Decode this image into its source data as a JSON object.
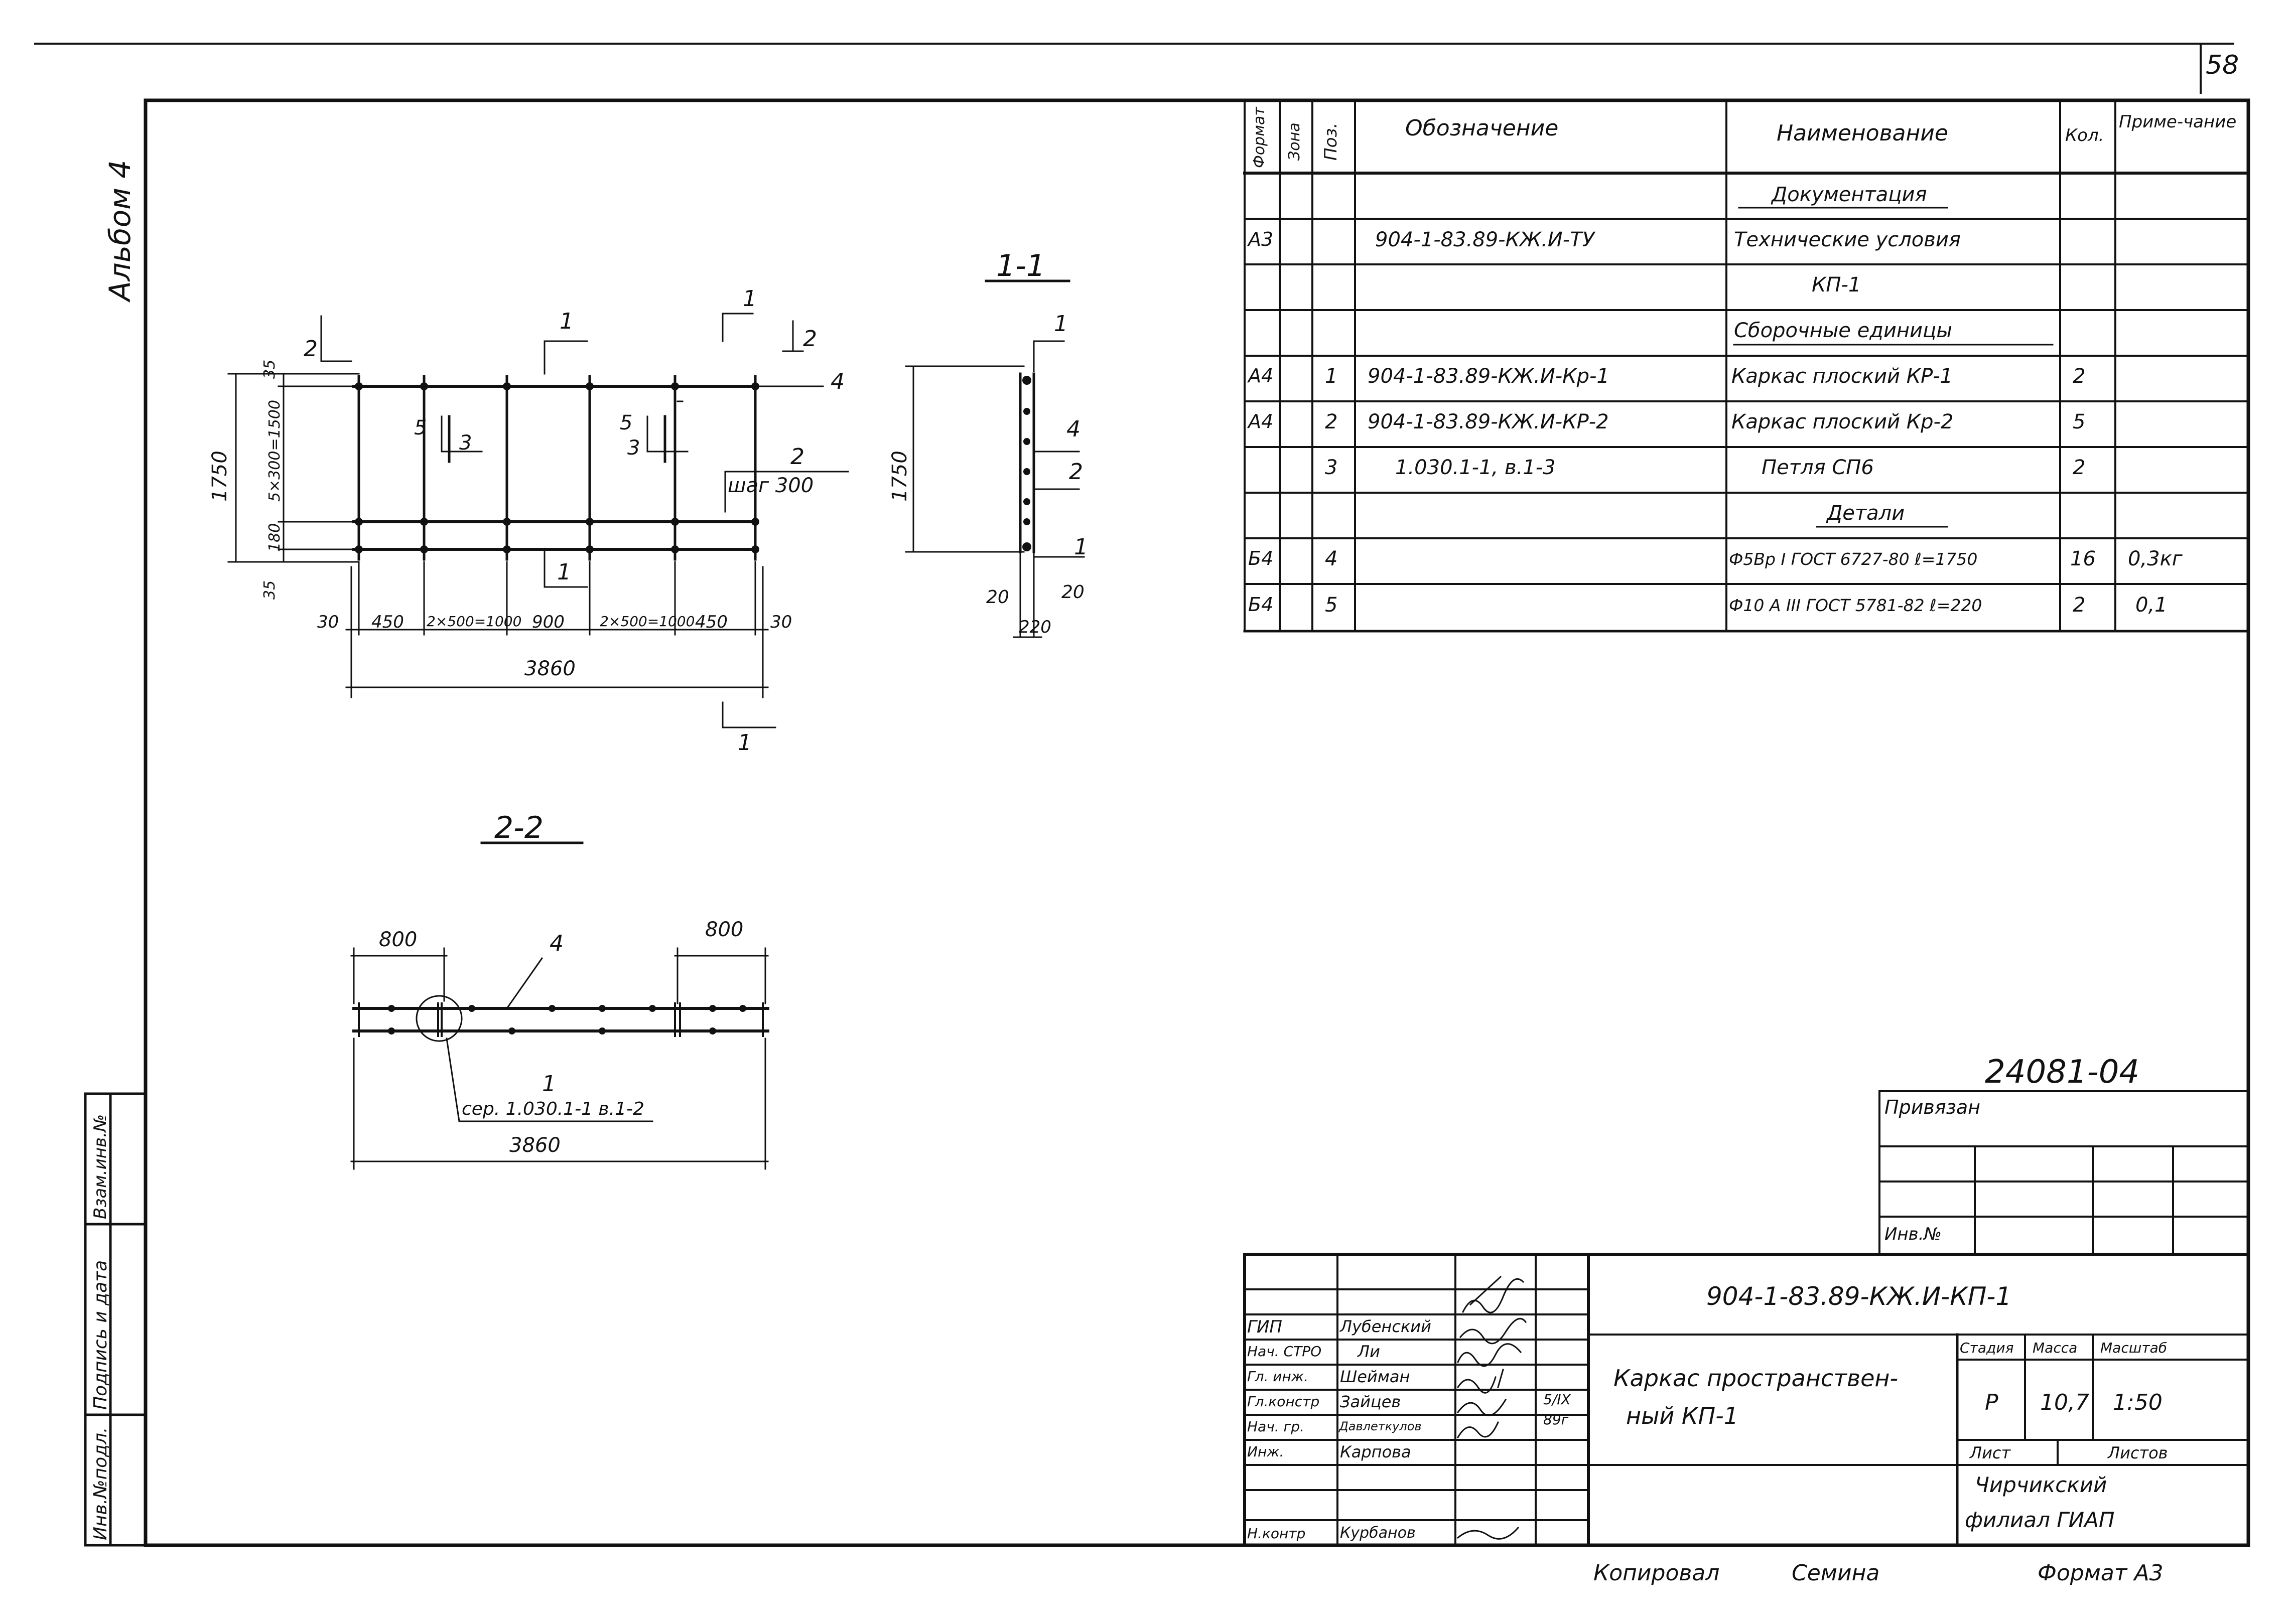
{
  "page_number": "58",
  "album": "Альбом 4",
  "drawing_number": "24081-04",
  "copy_line": {
    "copied": "Копировал",
    "copier": "Семина",
    "format": "Формат А3"
  },
  "spec_table": {
    "headers": {
      "format": "Формат",
      "zone": "Зона",
      "pos": "Поз.",
      "designation": "Обозначение",
      "name": "Наименование",
      "qty": "Кол.",
      "note": "Приме-чание"
    },
    "rows": [
      {
        "format": "",
        "pos": "",
        "designation": "",
        "name": "Документация",
        "qty": "",
        "note": ""
      },
      {
        "format": "А3",
        "pos": "",
        "designation": "904-1-83.89-КЖ.И-ТУ",
        "name": "Технические условия",
        "qty": "",
        "note": ""
      },
      {
        "format": "",
        "pos": "",
        "designation": "",
        "name": "КП-1",
        "qty": "",
        "note": ""
      },
      {
        "format": "",
        "pos": "",
        "designation": "",
        "name": "Сборочные единицы",
        "qty": "",
        "note": ""
      },
      {
        "format": "А4",
        "pos": "1",
        "designation": "904-1-83.89-КЖ.И-Кр-1",
        "name": "Каркас плоский КР-1",
        "qty": "2",
        "note": ""
      },
      {
        "format": "А4",
        "pos": "2",
        "designation": "904-1-83.89-КЖ.И-КР-2",
        "name": "Каркас плоский Кр-2",
        "qty": "5",
        "note": ""
      },
      {
        "format": "",
        "pos": "3",
        "designation": "1.030.1-1, в.1-3",
        "name": "Петля СП6",
        "qty": "2",
        "note": ""
      },
      {
        "format": "",
        "pos": "",
        "designation": "",
        "name": "Детали",
        "qty": "",
        "note": ""
      },
      {
        "format": "Б4",
        "pos": "4",
        "designation": "",
        "name": "Ф5Вр I ГОСТ 6727-80 ℓ=1750",
        "qty": "16",
        "note": "0,3кг"
      },
      {
        "format": "Б4",
        "pos": "5",
        "designation": "",
        "name": "Ф10 А III ГОСТ 5781-82 ℓ=220",
        "qty": "2",
        "note": "0,1"
      }
    ]
  },
  "plan_view": {
    "section_mark": "1",
    "height_dim": "1750",
    "left_dims": [
      "35",
      "5×300=1500",
      "180",
      "35"
    ],
    "bottom_dims": [
      "30",
      "450",
      "2×500=1000",
      "900",
      "2×500=1000",
      "450",
      "30"
    ],
    "total_length": "3860",
    "callouts": [
      "1",
      "1",
      "2",
      "4",
      "5",
      "3",
      "5",
      "3",
      "2",
      "шаг 300"
    ],
    "section_marks": [
      "2",
      "2",
      "1",
      "1"
    ]
  },
  "section_1_1": {
    "title": "1-1",
    "height_dim": "1750",
    "callouts": [
      "1",
      "4",
      "2",
      "1"
    ],
    "dims": [
      "20",
      "20",
      "220"
    ]
  },
  "section_2_2": {
    "title": "2-2",
    "dims": [
      "800",
      "800",
      "3860"
    ],
    "callouts": [
      "4",
      "1"
    ],
    "note": "сер. 1.030.1-1 в.1-2"
  },
  "side_stamp": [
    "Инв.№подл.",
    "Подпись и дата",
    "Взам.инв.№"
  ],
  "tie_block": {
    "label": "Привязан",
    "inv": "Инв.№"
  },
  "title_block": {
    "code": "904-1-83.89-КЖ.И-КП-1",
    "title_line1": "Каркас пространствен-",
    "title_line2": "ный КП-1",
    "stage_label": "Стадия",
    "mass_label": "Масса",
    "scale_label": "Масштаб",
    "stage": "Р",
    "mass": "10,7",
    "scale": "1:50",
    "sheet_label": "Лист",
    "sheets_label": "Листов",
    "org_line1": "Чирчикский",
    "org_line2": "филиал ГИАП",
    "date": "5/IX 89г",
    "staff": [
      {
        "role": "ГИП",
        "name": "Лубенский"
      },
      {
        "role": "Нач. СТРО",
        "name": "Ли"
      },
      {
        "role": "Гл. инж.",
        "name": "Шейман"
      },
      {
        "role": "Гл.констр",
        "name": "Зайцев"
      },
      {
        "role": "Нач. гр.",
        "name": "Давлеткулов"
      },
      {
        "role": "Инж.",
        "name": "Карпова"
      },
      {
        "role": "",
        "name": ""
      },
      {
        "role": "Н.контр",
        "name": "Курбанов"
      }
    ]
  }
}
